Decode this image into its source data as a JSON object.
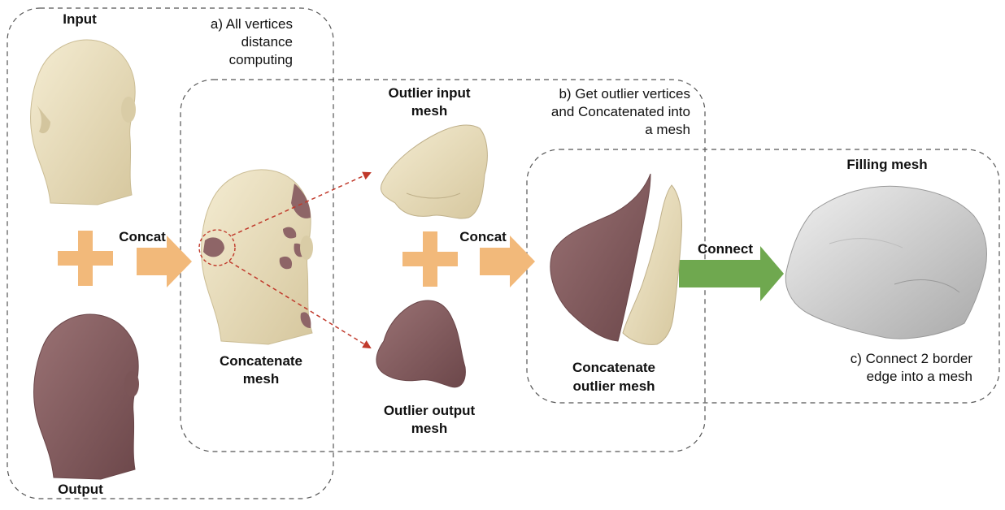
{
  "labels": {
    "input": "Input",
    "output": "Output",
    "concat1": "Concat",
    "concat2": "Concat",
    "connect": "Connect",
    "concat_mesh_line1": "Concatenate",
    "concat_mesh_line2": "mesh",
    "outlier_input_line1": "Outlier input",
    "outlier_input_line2": "mesh",
    "outlier_output_line1": "Outlier output",
    "outlier_output_line2": "mesh",
    "concat_outlier_line1": "Concatenate",
    "concat_outlier_line2": "outlier mesh",
    "filling_mesh": "Filling mesh"
  },
  "steps": {
    "a_line1": "a) All vertices",
    "a_line2": "distance",
    "a_line3": "computing",
    "b_line1": "b) Get outlier vertices",
    "b_line2": "and Concatenated into",
    "b_line3": "a mesh",
    "c_line1": "c) Connect 2 border",
    "c_line2": "edge into a mesh"
  },
  "colors": {
    "cream": "#ede3c4",
    "cream_shade": "#d8cba4",
    "mauve": "#8e6567",
    "mauve_shade": "#6f4a4d",
    "gray_mesh": "#d9d9d9",
    "orange_arrow": "#f2b97a",
    "green_arrow": "#6fa84f",
    "red_dash": "#c0392b",
    "box_dash": "#555555"
  }
}
